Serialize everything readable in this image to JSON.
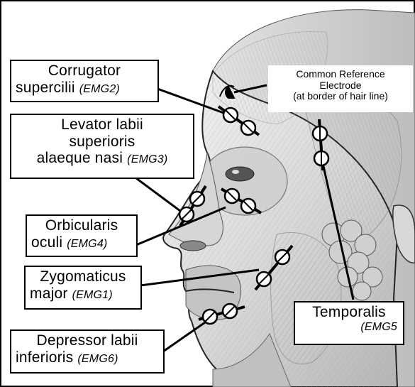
{
  "labels": {
    "corrugator": {
      "line1": "Corrugator",
      "line2_prefix": "supercilii",
      "code": "(EMG2)"
    },
    "reference": {
      "line1": "Common Reference",
      "line2": "Electrode",
      "line3": "(at border of hair line)"
    },
    "levator": {
      "line1": "Levator labii",
      "line2": "superioris",
      "line3_prefix": "alaeque nasi",
      "code": "(EMG3)"
    },
    "orbicularis": {
      "line1": "Orbicularis",
      "line2_prefix": "oculi",
      "code": "(EMG4)"
    },
    "zygomaticus": {
      "line1": "Zygomaticus",
      "line2_prefix": "major",
      "code": "(EMG1)"
    },
    "temporalis": {
      "line1": "Temporalis",
      "code": "(EMG5"
    },
    "depressor": {
      "line1": "Depressor labii",
      "line2_prefix": "inferioris",
      "code": "(EMG6)"
    }
  },
  "colors": {
    "skin_light": "#ededed",
    "skin_mid": "#c8c8c8",
    "skin_dark": "#8c8c8c",
    "outline": "#000000",
    "electrode_fill": "#ffffff"
  }
}
